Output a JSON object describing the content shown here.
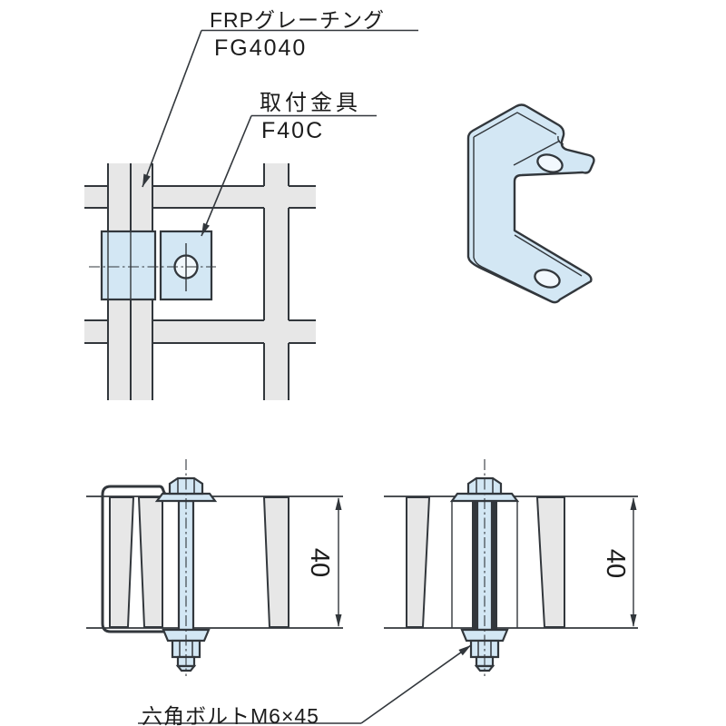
{
  "callouts": {
    "grating_name": "FRPグレーチング",
    "grating_model": "FG4040",
    "bracket_name": "取付金具",
    "bracket_model": "F40C",
    "bolt_label": "六角ボルトM6×45"
  },
  "dimensions": {
    "left_height": "40",
    "right_height": "40"
  },
  "colors": {
    "line": "#32373c",
    "bar_fill": "#e7e7e7",
    "part_fill": "#d3e7f4",
    "hole_fill": "#f2f8fd",
    "text": "#1c1c1c"
  }
}
